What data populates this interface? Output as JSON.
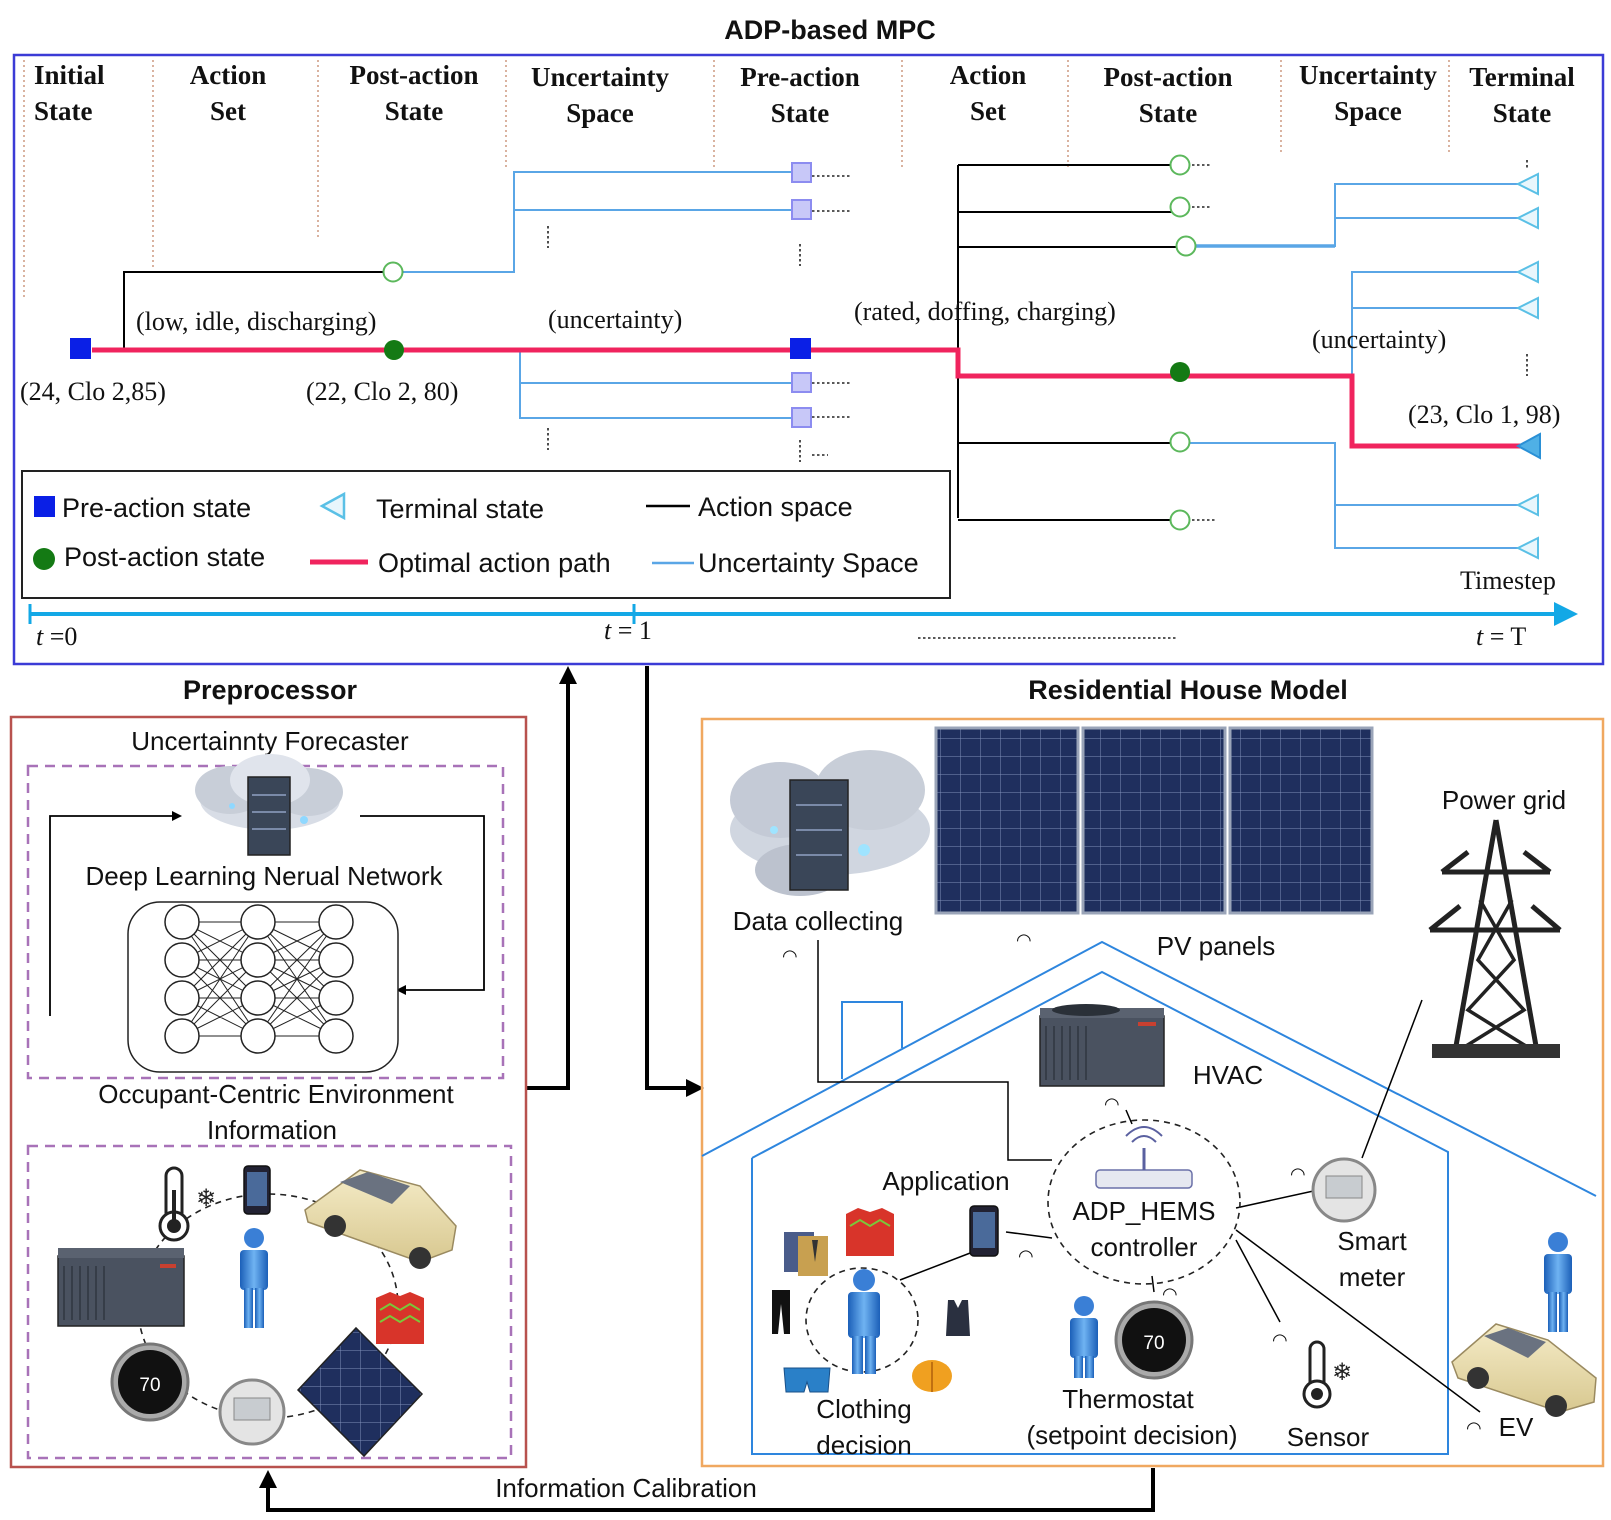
{
  "mpc": {
    "title": "ADP-based MPC",
    "columns": [
      {
        "line1": "Initial",
        "line2": "State"
      },
      {
        "line1": "Action",
        "line2": "Set"
      },
      {
        "line1": "Post-action",
        "line2": "State"
      },
      {
        "line1": "Uncertainty",
        "line2": "Space"
      },
      {
        "line1": "Pre-action",
        "line2": "State"
      },
      {
        "line1": "Action",
        "line2": "Set"
      },
      {
        "line1": "Post-action",
        "line2": "State"
      },
      {
        "line1": "Uncertainty",
        "line2": "Space"
      },
      {
        "line1": "Terminal",
        "line2": "State"
      }
    ],
    "annotations": {
      "action1": "(low, idle, discharging)",
      "uncertainty1": "(uncertainty)",
      "action2": "(rated, doffing, charging)",
      "uncertainty2": "(uncertainty)",
      "state0": "(24, Clo 2,85)",
      "state1": "(22, Clo 2, 80)",
      "terminal": "(23, Clo 1, 98)",
      "timestep": "Timestep"
    },
    "legend": {
      "pre_action": "Pre-action state",
      "post_action": "Post-action state",
      "terminal": "Terminal state",
      "optimal": "Optimal action path",
      "action_space": "Action space",
      "uncertainty_space": "Uncertainty Space"
    },
    "timeline": {
      "t_var": "t",
      "t0": " =0",
      "t1": " = 1",
      "tT": " = T"
    }
  },
  "preprocessor": {
    "title": "Preprocessor",
    "forecaster": "Uncertainnty Forecaster",
    "dlnn": "Deep Learning Nerual Network",
    "occupant_line1": "Occupant-Centric Environment",
    "occupant_line2": "Information",
    "thermostat_reading": "70"
  },
  "house": {
    "title": "Residential House Model",
    "data_collecting": "Data collecting",
    "pv_panels": "PV panels",
    "power_grid": "Power grid",
    "hvac": "HVAC",
    "application": "Application",
    "controller_line1": "ADP_HEMS",
    "controller_line2": "controller",
    "smart_meter_line1": "Smart",
    "smart_meter_line2": "meter",
    "clothing_line1": "Clothing",
    "clothing_line2": "decision",
    "thermostat_line1": "Thermostat",
    "thermostat_line2": "(setpoint decision)",
    "thermostat_reading": "70",
    "sensor": "Sensor",
    "ev": "EV"
  },
  "calibration": "Information Calibration",
  "colors": {
    "optimal": "#f0245e",
    "uncertainty": "#5aa6e6",
    "pre_action": "#0a1fe6",
    "post_action": "#147a14",
    "timeline": "#13a8e6",
    "mpc_border": "#3b3bd6",
    "preprocessor_border": "#b8524e",
    "house_border": "#f0a860",
    "house_outline": "#2e86de",
    "dashed_purple": "#a872b8"
  }
}
